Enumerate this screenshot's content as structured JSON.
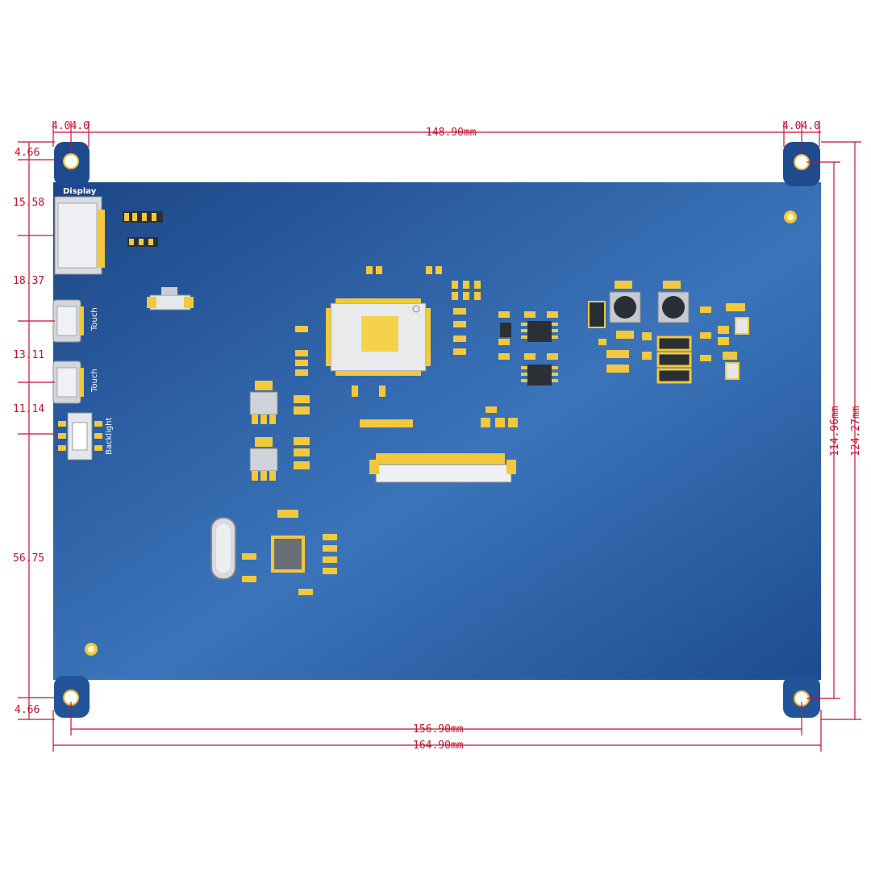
{
  "board": {
    "labels": {
      "display": "Display",
      "touch_1": "Touch",
      "touch_2": "Touch",
      "backlight": "Backlight"
    },
    "colors": {
      "board": "#1f4f91",
      "board_light": "#3f78bf",
      "pad": "#f2c83c",
      "dimension": "#c8102e"
    }
  },
  "dimensions": {
    "top_left_hole": "4.04.0",
    "top_width": "148.90mm",
    "top_right_hole": "4.04.0",
    "left_top_offset": "4.66",
    "left_display": "15.58",
    "left_touch_1": "18.37",
    "left_touch_2": "13.11",
    "left_backlight": "11.14",
    "left_bottom_span": "56.75",
    "left_bottom_offset": "4.66",
    "bottom_hole_span": "156.90mm",
    "bottom_width": "164.90mm",
    "right_inner_height": "114.96mm",
    "right_outer_height": "124.27mm"
  }
}
